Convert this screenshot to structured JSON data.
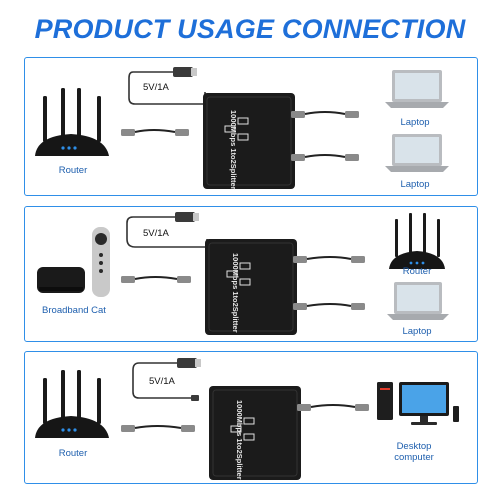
{
  "title": "PRODUCT USAGE CONNECTION",
  "colors": {
    "accent": "#1e6fd9",
    "border": "#2f8fe8",
    "device": "#1b1b1b"
  },
  "device": {
    "label": "1000Mbps 1to2Splitter"
  },
  "panels": [
    {
      "power": "5V/1A",
      "source": "Router",
      "outputs": [
        "Laptop",
        "Laptop"
      ]
    },
    {
      "power": "5V/1A",
      "source": "Broadband Cat",
      "outputs": [
        "Router",
        "Laptop"
      ]
    },
    {
      "power": "5V/1A",
      "source": "Router",
      "outputs": [
        "Desktop computer"
      ]
    }
  ]
}
